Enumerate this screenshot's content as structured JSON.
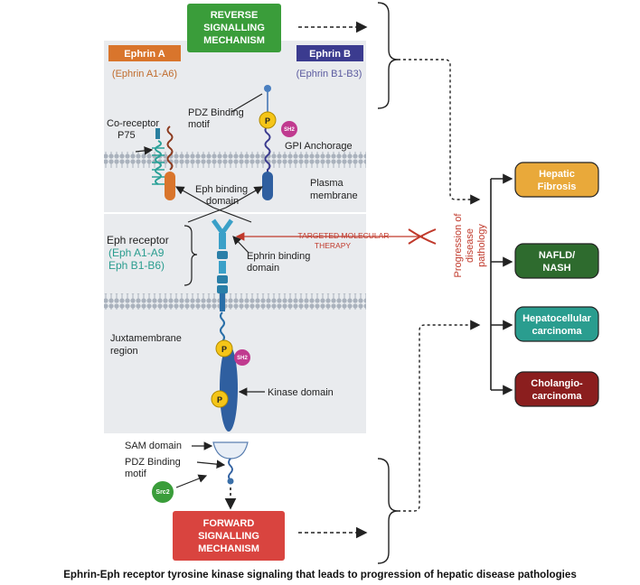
{
  "top_box": {
    "line1": "REVERSE",
    "line2": "SIGNALLING",
    "line3": "MECHANISM",
    "color": "#3a9d3a"
  },
  "bottom_box": {
    "line1": "FORWARD",
    "line2": "SIGNALLING",
    "line3": "MECHANISM",
    "color": "#d9443f"
  },
  "ephrin_a": {
    "title": "Ephrin A",
    "sub": "(Ephrin A1-A6)",
    "color": "#d9752c"
  },
  "ephrin_b": {
    "title": "Ephrin B",
    "sub": "(Ephrin B1-B3)",
    "color": "#3b3b8f"
  },
  "labels": {
    "pdz_top_1": "PDZ Binding",
    "pdz_top_2": "motif",
    "coreceptor_1": "Co-receptor",
    "coreceptor_2": "P75",
    "gpi": "GPI Anchorage",
    "plasma_1": "Plasma",
    "plasma_2": "membrane",
    "eph_binding_1": "Eph binding",
    "eph_binding_2": "domain",
    "ephrin_binding_1": "Ephrin binding",
    "ephrin_binding_2": "domain",
    "eph_receptor": "Eph receptor",
    "eph_sub1": "(Eph A1-A9",
    "eph_sub2": "Eph B1-B6)",
    "juxta_1": "Juxtamembrane",
    "juxta_2": "region",
    "kinase": "Kinase domain",
    "sam": "SAM domain",
    "pdz_bottom_1": "PDZ Binding",
    "pdz_bottom_2": "motif",
    "targeted_1": "TARGETED MOLECULAR",
    "targeted_2": "THERAPY",
    "progression_1": "Progression of",
    "progression_2": "disease",
    "progression_3": "pathology"
  },
  "badges": {
    "p": "P",
    "sh2": "SH2",
    "src2": "Src2"
  },
  "outcomes": [
    {
      "line1": "Hepatic",
      "line2": "Fibrosis",
      "color": "#e9a93a"
    },
    {
      "line1": "NAFLD/",
      "line2": "NASH",
      "color": "#2e6b2e"
    },
    {
      "line1": "Hepatocellular",
      "line2": "carcinoma",
      "color": "#2a9d8f"
    },
    {
      "line1": "Cholangio-",
      "line2": "carcinoma",
      "color": "#8b1e1e"
    }
  ],
  "caption": "Ephrin-Eph receptor tyrosine kinase signaling that leads to progression of hepatic disease pathologies"
}
